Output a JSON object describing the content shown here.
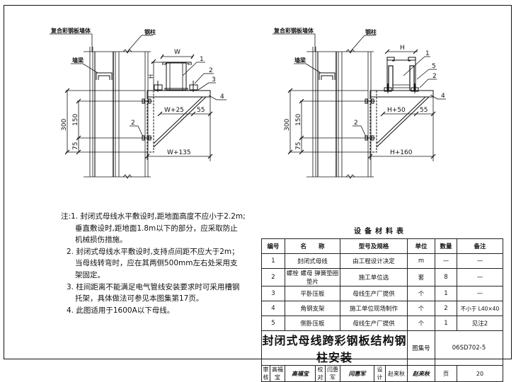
{
  "drawing_left": {
    "wall_label": "复合彩钢板墙体",
    "column_label": "钢柱",
    "beam_label": "墙梁",
    "dim_width": "W",
    "dim_height": "H",
    "dim_300": "300",
    "dim_150": "150",
    "dim_75": "75",
    "dim_offset": "W+25",
    "dim_55": "55",
    "dim_total": "W+135",
    "callouts": [
      "1",
      "2",
      "3",
      "4",
      "2"
    ]
  },
  "drawing_right": {
    "wall_label": "复合彩钢板墙体",
    "column_label": "钢柱",
    "beam_label": "墙梁",
    "dim_width": "H",
    "dim_300": "300",
    "dim_150": "150",
    "dim_75": "75",
    "dim_offset": "H+50",
    "dim_55": "55",
    "dim_total": "H+160",
    "callouts": [
      "1",
      "5",
      "2",
      "4",
      "2"
    ]
  },
  "notes": [
    "注:1. 封闭式母线水平敷设时,距地面高度不应小于2.2m;",
    "垂直敷设时,距地面1.8m以下的部分，应采取防止",
    "机械损伤措施。",
    "2. 封闭式母线水平敷设时,支持点间距不应大于2m；",
    "当母线转弯时，应在其两侧500mm左右处采用支",
    "架固定。",
    "3. 柱间距离不能满足电气管线安装要求时可采用槽钢",
    "托架，具体做法可参见本图集第17页。",
    "4. 此图适用于1600A以下母线。"
  ],
  "table": {
    "title": "设备材料表",
    "headers": [
      "编号",
      "名　　称",
      "型号及规格",
      "单位",
      "数量",
      "备注"
    ],
    "rows": [
      [
        "1",
        "封闭式母线",
        "由工程设计决定",
        "m",
        "—",
        "—"
      ],
      [
        "2",
        "螺栓  螺母  弹簧垫圈  垫片",
        "施工单位选",
        "套",
        "8",
        "—"
      ],
      [
        "3",
        "平卧压板",
        "母线生产厂提供",
        "个",
        "1",
        "—"
      ],
      [
        "4",
        "角钢支架",
        "施工单位现场制作",
        "个",
        "2",
        "不小于 L40×40"
      ],
      [
        "5",
        "侧卧压板",
        "母线生产厂提供",
        "个",
        "1",
        "见注2"
      ]
    ]
  },
  "title_block": {
    "drawing_title": "封闭式母线跨彩钢板结构钢柱安装",
    "atlas_label": "图集号",
    "atlas_no": "06SD702-5",
    "review_label": "审核",
    "reviewer": "高福宝",
    "reviewer_sign": "高福宝",
    "check_label": "校对",
    "checker": "闫惠军",
    "checker_sign": "闫惠军",
    "design_label": "设计",
    "designer": "赵来秋",
    "designer_sign": "赵来秋",
    "page_label": "页",
    "page_no": "20"
  }
}
